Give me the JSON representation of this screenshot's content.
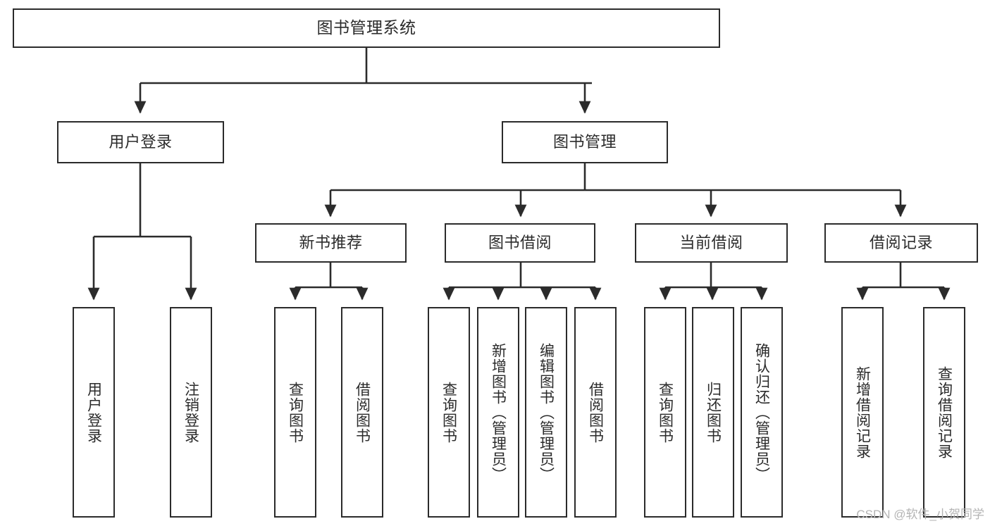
{
  "diagram": {
    "title": "图书管理系统",
    "type": "tree-hierarchy-chart",
    "watermark": "CSDN @软件_小贺同学",
    "colors": {
      "stroke": "#2b2b2b",
      "fill": "#ffffff",
      "text": "#2b2b2b",
      "watermark": "#b4b4b4"
    },
    "nodes": {
      "root": {
        "label": "图书管理系统"
      },
      "level2": [
        {
          "id": "user-login",
          "label": "用户登录"
        },
        {
          "id": "book-manage",
          "label": "图书管理"
        }
      ],
      "level3": [
        {
          "id": "new-book-recommend",
          "label": "新书推荐"
        },
        {
          "id": "book-borrow",
          "label": "图书借阅"
        },
        {
          "id": "current-borrow",
          "label": "当前借阅"
        },
        {
          "id": "borrow-record",
          "label": "借阅记录"
        }
      ],
      "leaves": {
        "user-login": [
          {
            "id": "leaf-user-login",
            "label": "用户登录"
          },
          {
            "id": "leaf-logout-login",
            "label": "注销登录"
          }
        ],
        "new-book-recommend": [
          {
            "id": "leaf-query-book-1",
            "label": "查询图书"
          },
          {
            "id": "leaf-borrow-book-1",
            "label": "借阅图书"
          }
        ],
        "book-borrow": [
          {
            "id": "leaf-query-book-2",
            "label": "查询图书"
          },
          {
            "id": "leaf-add-book",
            "label": "新增图书（管理员）"
          },
          {
            "id": "leaf-edit-book",
            "label": "编辑图书（管理员）"
          },
          {
            "id": "leaf-borrow-book-2",
            "label": "借阅图书"
          }
        ],
        "current-borrow": [
          {
            "id": "leaf-query-book-3",
            "label": "查询图书"
          },
          {
            "id": "leaf-return-book",
            "label": "归还图书"
          },
          {
            "id": "leaf-confirm-return",
            "label": "确认归还（管理员）"
          }
        ],
        "borrow-record": [
          {
            "id": "leaf-add-record",
            "label": "新增借阅记录"
          },
          {
            "id": "leaf-query-record",
            "label": "查询借阅记录"
          }
        ]
      }
    }
  }
}
